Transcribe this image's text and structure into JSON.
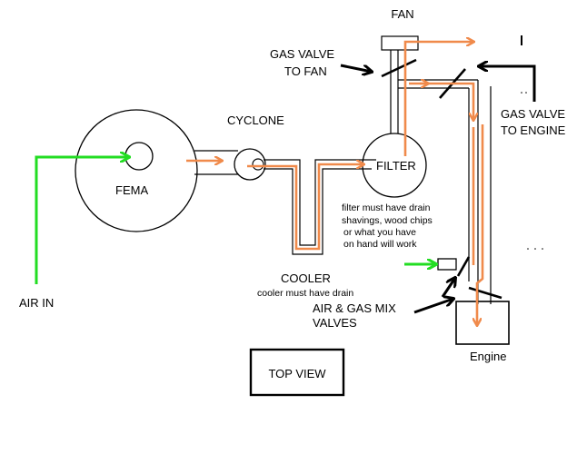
{
  "labels": {
    "fan": "FAN",
    "gas_valve_to_fan_1": "GAS VALVE",
    "gas_valve_to_fan_2": "TO FAN",
    "gas_valve_to_engine_1": "GAS VALVE",
    "gas_valve_to_engine_2": "TO ENGINE",
    "cyclone": "CYCLONE",
    "fema": "FEMA",
    "filter": "FILTER",
    "filter_note_1": "filter must have drain",
    "filter_note_2": "shavings, wood chips",
    "filter_note_3": "or what you have",
    "filter_note_4": "on hand will work",
    "cooler": "COOLER",
    "cooler_note": "cooler must have drain",
    "air_in": "AIR IN",
    "mix_valves_1": "AIR & GAS MIX",
    "mix_valves_2": "VALVES",
    "engine": "Engine",
    "top_view": "TOP VIEW"
  },
  "colors": {
    "gas_flow": "#f08a4b",
    "air_flow": "#22dd22",
    "pipe": "#000000",
    "background": "#ffffff"
  }
}
